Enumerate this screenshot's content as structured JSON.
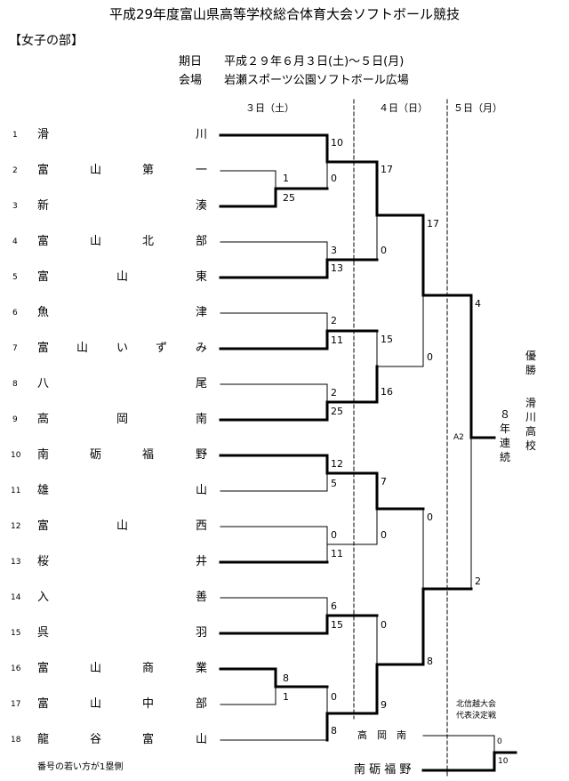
{
  "title": "平成29年度富山県高等学校総合体育大会ソフトボール競技",
  "division": "【女子の部】",
  "info": {
    "date_label": "期日",
    "date_value": "平成２９年６月３日(土)～５日(月)",
    "venue_label": "会場",
    "venue_value": "岩瀬スポーツ公園ソフトボール広場"
  },
  "days": [
    "３日（土）",
    "４日（日）",
    "５日（月）"
  ],
  "teams": [
    {
      "no": "1",
      "chars": [
        "滑",
        "川"
      ]
    },
    {
      "no": "2",
      "chars": [
        "富",
        "山",
        "第",
        "一"
      ]
    },
    {
      "no": "3",
      "chars": [
        "新",
        "湊"
      ]
    },
    {
      "no": "4",
      "chars": [
        "富",
        "山",
        "北",
        "部"
      ]
    },
    {
      "no": "5",
      "chars": [
        "富",
        "山",
        "東"
      ]
    },
    {
      "no": "6",
      "chars": [
        "魚",
        "津"
      ]
    },
    {
      "no": "7",
      "chars": [
        "富",
        "山",
        "い",
        "ず",
        "み"
      ]
    },
    {
      "no": "8",
      "chars": [
        "八",
        "尾"
      ]
    },
    {
      "no": "9",
      "chars": [
        "高",
        "岡",
        "南"
      ]
    },
    {
      "no": "10",
      "chars": [
        "南",
        "砺",
        "福",
        "野"
      ]
    },
    {
      "no": "11",
      "chars": [
        "雄",
        "山"
      ]
    },
    {
      "no": "12",
      "chars": [
        "富",
        "山",
        "西"
      ]
    },
    {
      "no": "13",
      "chars": [
        "桜",
        "井"
      ]
    },
    {
      "no": "14",
      "chars": [
        "入",
        "善"
      ]
    },
    {
      "no": "15",
      "chars": [
        "呉",
        "羽"
      ]
    },
    {
      "no": "16",
      "chars": [
        "富",
        "山",
        "商",
        "業"
      ]
    },
    {
      "no": "17",
      "chars": [
        "富",
        "山",
        "中",
        "部"
      ]
    },
    {
      "no": "18",
      "chars": [
        "龍",
        "谷",
        "富",
        "山"
      ]
    }
  ],
  "scores": [
    "10",
    "0",
    "1",
    "25",
    "17",
    "3",
    "13",
    "0",
    "17",
    "2",
    "11",
    "15",
    "2",
    "25",
    "16",
    "0",
    "4",
    "12",
    "5",
    "7",
    "0",
    "11",
    "0",
    "0",
    "2",
    "6",
    "15",
    "0",
    "8",
    "8",
    "1",
    "0",
    "9",
    "8",
    "0",
    "10"
  ],
  "game_label": "A2",
  "streak": "８年連続",
  "champion_label": "優勝",
  "champion_team": "滑川高校",
  "playoff": {
    "title_line1": "北信越大会",
    "title_line2": "代表決定戦",
    "team_a": "高　岡　南",
    "team_b": "南 砺 福 野"
  },
  "footnote": "番号の若い方が1塁側"
}
